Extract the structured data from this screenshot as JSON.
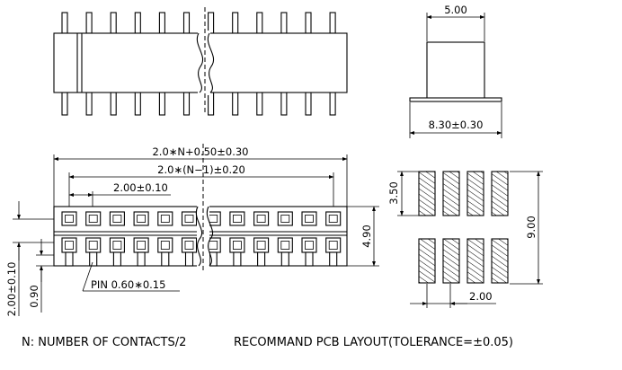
{
  "drawing": {
    "views": {
      "top_view": {
        "pin_rows": 2,
        "pins_per_row": 12
      },
      "side_view": {
        "body_width_label": "5.00",
        "footprint_label": "8.30±0.30"
      },
      "front_view": {
        "overall_length_label": "2.0∗N+0.50±0.30",
        "pitch_span_label": "2.0∗(N−1)±0.20",
        "pitch_label": "2.00±0.10",
        "height_label": "4.90",
        "left_height_label": "2.00±0.10",
        "left_offset_label": "0.90",
        "pin_label": "PIN 0.60∗0.15",
        "pin_columns": 12
      },
      "pcb_layout": {
        "pad_rows": 2,
        "pads_per_row": 4,
        "row_height_label": "3.50",
        "overall_height_label": "9.00",
        "pitch_label": "2.00"
      }
    },
    "notes": {
      "contacts_note": "N: NUMBER OF CONTACTS/2",
      "pcb_note": "RECOMMAND PCB LAYOUT(TOLERANCE=±0.05)"
    }
  }
}
